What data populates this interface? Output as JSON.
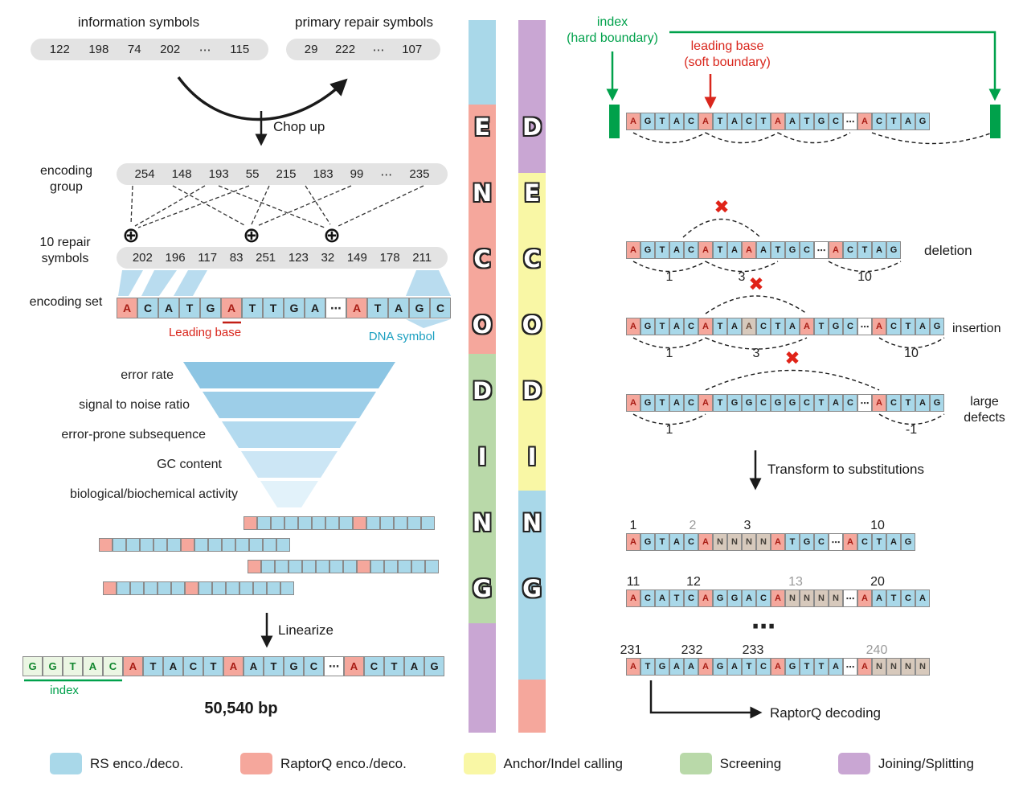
{
  "colors": {
    "blue": "#a9d8e9",
    "salmon": "#f5a79c",
    "yellow": "#f9f7a5",
    "green": "#b9d9a9",
    "purple": "#c9a6d3",
    "index_green": "#00a14b",
    "alert_red": "#d9261c",
    "tan": "#d7c9bc"
  },
  "icons": {
    "xor": "⊕",
    "defect_cross": "✖"
  },
  "left": {
    "info_symbols_label": "information symbols",
    "info_symbols": [
      "122",
      "198",
      "74",
      "202",
      "⋯",
      "115"
    ],
    "primary_repair_label": "primary repair symbols",
    "primary_repair_symbols": [
      "29",
      "222",
      "⋯",
      "107"
    ],
    "chop_up_label": "Chop up",
    "encoding_group_label": "encoding group",
    "encoding_group": [
      "254",
      "148",
      "193",
      "55",
      "215",
      "183",
      "99",
      "⋯",
      "235"
    ],
    "repair_symbols_label": "10 repair symbols",
    "repair_symbols": [
      "202",
      "196",
      "117",
      "83",
      "251",
      "123",
      "32",
      "149",
      "178",
      "211"
    ],
    "encoding_set_label": "encoding set",
    "encoding_set": [
      "A:l",
      "C",
      "A",
      "T",
      "G",
      "A:l",
      "T",
      "T",
      "G",
      "A",
      ":d",
      "A:l",
      "T",
      "A",
      "G",
      "C"
    ],
    "leading_base_label": "Leading base",
    "dna_symbol_label": "DNA symbol",
    "funnel_labels": [
      "error rate",
      "signal to noise ratio",
      "error-prone subsequence",
      "GC content",
      "biological/biochemical activity"
    ],
    "strands": [
      {
        "pattern": "lbbbbbbblbbbbb"
      },
      {
        "pattern": "lbbbbblbbbbbbb"
      },
      {
        "pattern": "lbbbbbbblbbbbb"
      },
      {
        "pattern": "lbbbbblbbbbbbb"
      }
    ],
    "linearize_label": "Linearize",
    "linearized": [
      "G:i",
      "G:i",
      "T:i",
      "A:i",
      "C:i",
      "A:l",
      "T",
      "A",
      "C",
      "T",
      "A:l",
      "A",
      "T",
      "G",
      "C",
      ":d",
      "A:l",
      "C",
      "T",
      "A",
      "G"
    ],
    "index_label": "index",
    "total_label": "50,540 bp"
  },
  "bars": {
    "left": {
      "word": "ENCODING",
      "segment_colors": [
        "blue",
        "salmon",
        "green",
        "purple"
      ]
    },
    "right": {
      "word": "DECODING",
      "segment_colors": [
        "purple",
        "yellow",
        "blue",
        "salmon"
      ]
    }
  },
  "right": {
    "index_annotation": [
      "index",
      "(hard boundary)"
    ],
    "leading_annotation": [
      "leading base",
      "(soft boundary)"
    ],
    "row1": {
      "cells": [
        "A:l",
        "G",
        "T",
        "A",
        "C",
        "A:l",
        "T",
        "A",
        "C",
        "T",
        "A:l",
        "A",
        "T",
        "G",
        "C",
        ":d",
        "A:l",
        "C",
        "T",
        "A",
        "G"
      ]
    },
    "deletion": {
      "label": "deletion",
      "nums": [
        "1",
        "3",
        "10"
      ],
      "cells": [
        "A:l",
        "G",
        "T",
        "A",
        "C",
        "A:l",
        "T",
        "A",
        "A:l",
        "A",
        "T",
        "G",
        "C",
        ":d",
        "A:l",
        "C",
        "T",
        "A",
        "G"
      ]
    },
    "insertion": {
      "label": "insertion",
      "nums": [
        "1",
        "3",
        "10"
      ],
      "cells": [
        "A:l",
        "G",
        "T",
        "A",
        "C",
        "A:l",
        "T",
        "A",
        "A:t",
        "C",
        "T",
        "A",
        "A:l",
        "T",
        "G",
        "C",
        ":d",
        "A:l",
        "C",
        "T",
        "A",
        "G"
      ]
    },
    "defects": {
      "label_line1": "large",
      "label_line2": "defects",
      "nums": [
        "1",
        "-1"
      ],
      "cells": [
        "A:l",
        "G",
        "T",
        "A",
        "C",
        "A:l",
        "T",
        "G",
        "G",
        "C",
        "G",
        "G",
        "C",
        "T",
        "A",
        "C",
        ":d",
        "A:l",
        "C",
        "T",
        "A",
        "G"
      ]
    },
    "transform_label": "Transform to substitutions",
    "subA": {
      "nums": [
        "1",
        "2",
        "3",
        "10"
      ],
      "cells": [
        "A:l",
        "G",
        "T",
        "A",
        "C",
        "A:l",
        "N:n",
        "N:n",
        "N:n",
        "N:n",
        "A:l",
        "T",
        "G",
        "C",
        ":d",
        "A:l",
        "C",
        "T",
        "A",
        "G"
      ]
    },
    "subB": {
      "nums": [
        "11",
        "12",
        "13",
        "20"
      ],
      "cells": [
        "A:l",
        "C",
        "A",
        "T",
        "C",
        "A:l",
        "G",
        "G",
        "A",
        "C",
        "A:l",
        "N:n",
        "N:n",
        "N:n",
        "N:n",
        ":d",
        "A:l",
        "A",
        "T",
        "C",
        "A"
      ]
    },
    "continuation": "⋯",
    "subC": {
      "nums": [
        "231",
        "232",
        "233",
        "240"
      ],
      "cells": [
        "A:l",
        "T",
        "G",
        "A",
        "A",
        "A:l",
        "G",
        "A",
        "T",
        "C",
        "A:l",
        "G",
        "T",
        "T",
        "A",
        ":d",
        "A:l",
        "N:n",
        "N:n",
        "N:n",
        "N:n"
      ]
    },
    "raptorq_label": "RaptorQ decoding"
  },
  "legend": {
    "items": [
      {
        "color": "blue",
        "label": "RS enco./deco."
      },
      {
        "color": "salmon",
        "label": "RaptorQ enco./deco."
      },
      {
        "color": "yellow",
        "label": "Anchor/Indel calling"
      },
      {
        "color": "green",
        "label": "Screening"
      },
      {
        "color": "purple",
        "label": "Joining/Splitting"
      }
    ]
  }
}
